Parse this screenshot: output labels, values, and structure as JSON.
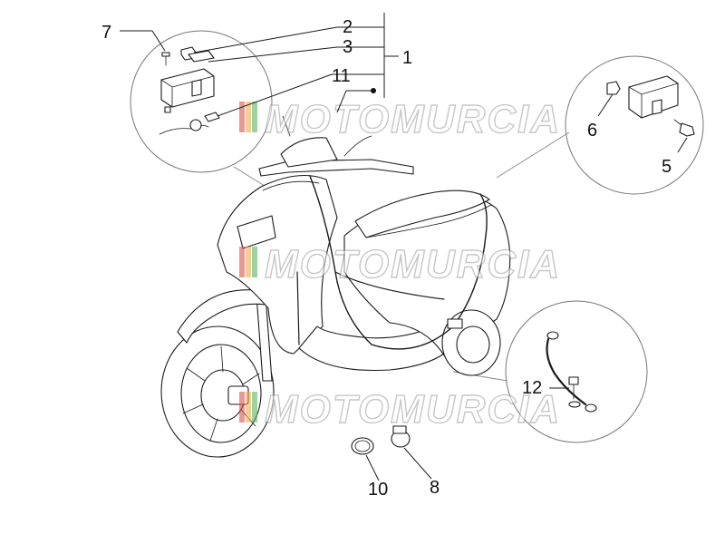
{
  "watermark": {
    "text": "MOTOMURCIA",
    "stripe_colors": [
      "#d9534f",
      "#f0ad4e",
      "#5cb85c"
    ]
  },
  "callouts": {
    "c1": "1",
    "c2": "2",
    "c3": "3",
    "c5": "5",
    "c6": "6",
    "c7": "7",
    "c8": "8",
    "c10": "10",
    "c11": "11",
    "c12": "12"
  }
}
